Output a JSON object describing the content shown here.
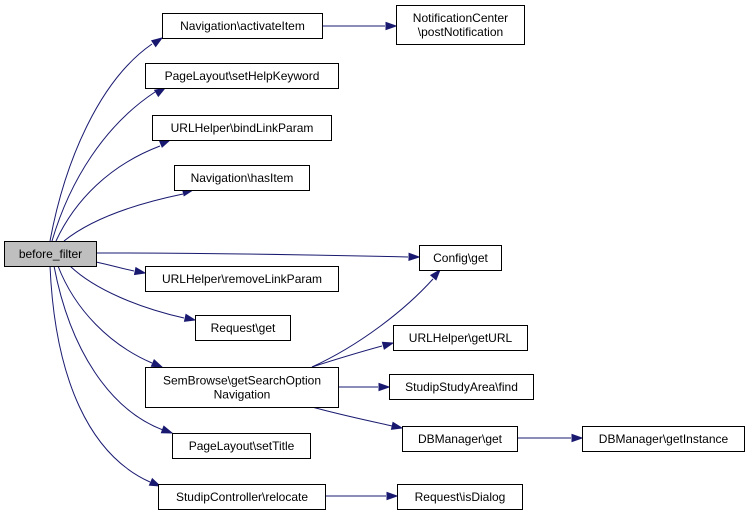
{
  "diagram": {
    "type": "call-graph",
    "edge_color": "#191970",
    "root_fill": "#bfbfbf",
    "nodes": [
      {
        "id": "before_filter",
        "lines": [
          "before_filter"
        ]
      },
      {
        "id": "nav_activate",
        "lines": [
          "Navigation\\activateItem"
        ]
      },
      {
        "id": "notif_post",
        "lines": [
          "NotificationCenter",
          "\\postNotification"
        ]
      },
      {
        "id": "pl_helpkw",
        "lines": [
          "PageLayout\\setHelpKeyword"
        ]
      },
      {
        "id": "url_bind",
        "lines": [
          "URLHelper\\bindLinkParam"
        ]
      },
      {
        "id": "nav_has",
        "lines": [
          "Navigation\\hasItem"
        ]
      },
      {
        "id": "config_get",
        "lines": [
          "Config\\get"
        ]
      },
      {
        "id": "url_remove",
        "lines": [
          "URLHelper\\removeLinkParam"
        ]
      },
      {
        "id": "req_get",
        "lines": [
          "Request\\get"
        ]
      },
      {
        "id": "url_geturl",
        "lines": [
          "URLHelper\\getURL"
        ]
      },
      {
        "id": "sem_browse",
        "lines": [
          "SemBrowse\\getSearchOption",
          "Navigation"
        ]
      },
      {
        "id": "study_find",
        "lines": [
          "StudipStudyArea\\find"
        ]
      },
      {
        "id": "pl_title",
        "lines": [
          "PageLayout\\setTitle"
        ]
      },
      {
        "id": "db_get",
        "lines": [
          "DBManager\\get"
        ]
      },
      {
        "id": "db_inst",
        "lines": [
          "DBManager\\getInstance"
        ]
      },
      {
        "id": "ctrl_reloc",
        "lines": [
          "StudipController\\relocate"
        ]
      },
      {
        "id": "req_dialog",
        "lines": [
          "Request\\isDialog"
        ]
      }
    ],
    "edges": [
      [
        "before_filter",
        "nav_activate"
      ],
      [
        "nav_activate",
        "notif_post"
      ],
      [
        "before_filter",
        "pl_helpkw"
      ],
      [
        "before_filter",
        "url_bind"
      ],
      [
        "before_filter",
        "nav_has"
      ],
      [
        "before_filter",
        "config_get"
      ],
      [
        "before_filter",
        "url_remove"
      ],
      [
        "before_filter",
        "req_get"
      ],
      [
        "before_filter",
        "sem_browse"
      ],
      [
        "before_filter",
        "pl_title"
      ],
      [
        "before_filter",
        "ctrl_reloc"
      ],
      [
        "sem_browse",
        "config_get"
      ],
      [
        "sem_browse",
        "url_geturl"
      ],
      [
        "sem_browse",
        "study_find"
      ],
      [
        "sem_browse",
        "db_get"
      ],
      [
        "db_get",
        "db_inst"
      ],
      [
        "ctrl_reloc",
        "req_dialog"
      ]
    ]
  }
}
